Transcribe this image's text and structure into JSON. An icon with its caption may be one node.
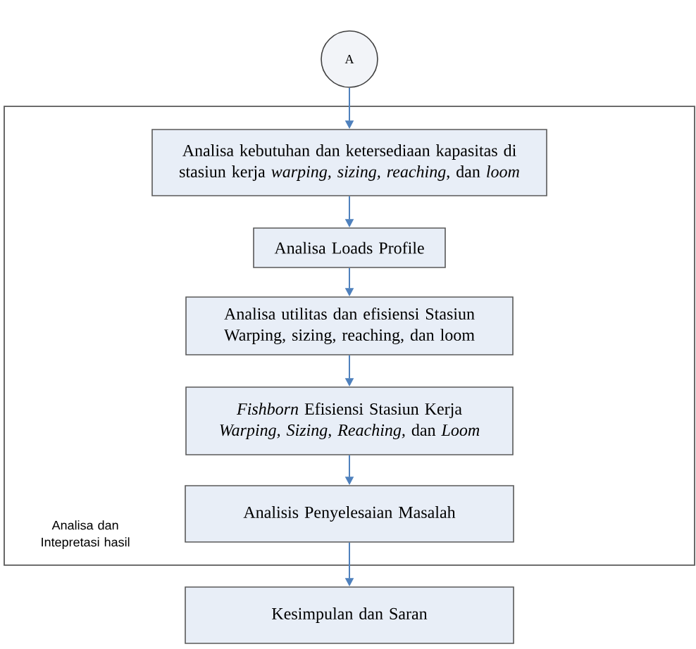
{
  "diagram": {
    "nodes": [
      {
        "text": [
          "A"
        ]
      },
      {
        "text": [
          "Analisa dan Intepretasi hasil"
        ]
      },
      {
        "text": [
          "Analisa kebutuhan dan ketersediaan kapasitas di stasiun kerja *warping, sizing, reaching*, dan *loom*"
        ],
        "in": 1
      },
      {
        "text": [
          "Analisa Loads Profile"
        ],
        "in": 1
      },
      {
        "text": [
          "Analisa utilitas dan efisiensi Stasiun Warping, sizing, reaching, dan loom"
        ],
        "in": 1
      },
      {
        "text": [
          "*Fishborn* Efisiensi Stasiun Kerja *Warping, Sizing, Reaching,* dan *Loom*"
        ],
        "in": 1
      },
      {
        "text": [
          "Analisis Penyelesaian Masalah"
        ],
        "in": 1
      },
      {
        "text": [
          "Kesimpulan dan Saran"
        ]
      }
    ],
    "edges": [
      {
        "from": 0,
        "to": 2,
        "arrow": "to"
      },
      {
        "from": 2,
        "to": 3,
        "arrow": "to"
      },
      {
        "from": 3,
        "to": 4,
        "arrow": "to"
      },
      {
        "from": 4,
        "to": 5,
        "arrow": "to"
      },
      {
        "from": 5,
        "to": 6,
        "arrow": "to"
      },
      {
        "from": 6,
        "to": 7,
        "arrow": "to"
      }
    ]
  }
}
